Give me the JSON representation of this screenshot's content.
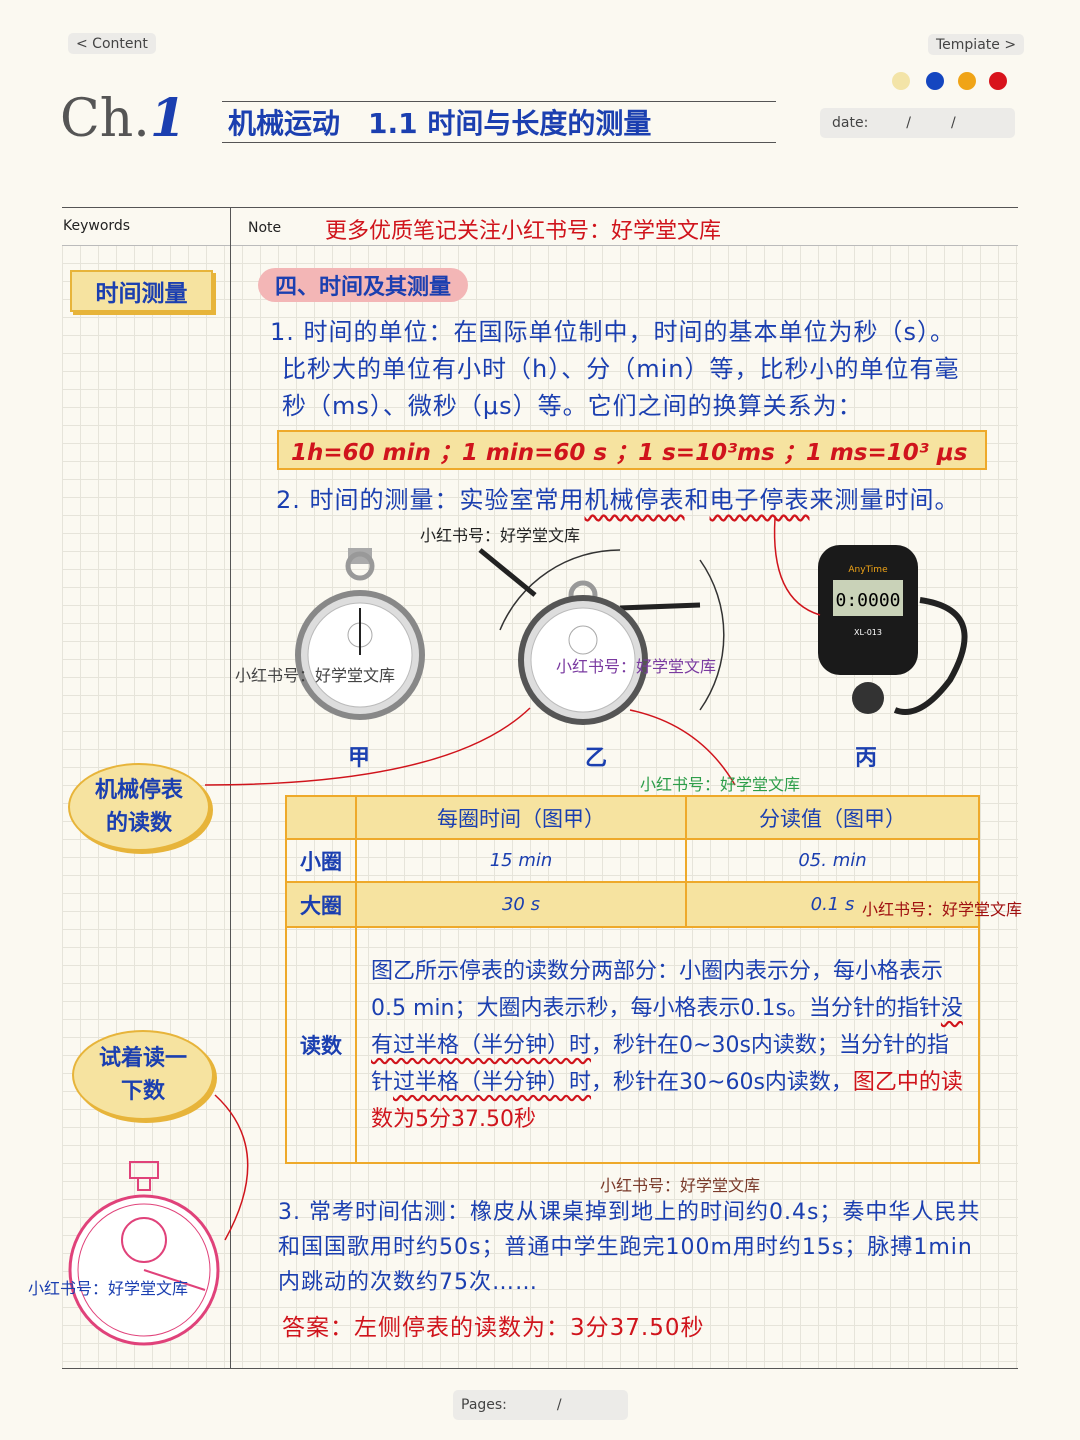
{
  "nav": {
    "content": "< Content",
    "template": "Tempiate >"
  },
  "colors": [
    "#f3e4a8",
    "#1446c0",
    "#f0a417",
    "#d8131c"
  ],
  "header": {
    "ch": "Ch.",
    "num": "1",
    "title": "机械运动　1.1 时间与长度的测量",
    "date_label": "date:",
    "date_sep1": "/",
    "date_sep2": "/"
  },
  "columns": {
    "keywords": "Keywords",
    "note": "Note",
    "promo": "更多优质笔记关注小红书号：好学堂文库"
  },
  "keywords": {
    "k1": "时间测量",
    "k2a": "机械停表",
    "k2b": "的读数",
    "k3a": "试着读一",
    "k3b": "下数"
  },
  "section": "四、时间及其测量",
  "p1": {
    "line1": "1. 时间的单位：在国际单位制中，时间的基本单位为秒（s）。",
    "line2": "比秒大的单位有小时（h）、分（min）等，比秒小的单位有毫",
    "line3": "秒（ms）、微秒（μs）等。它们之间的换算关系为："
  },
  "formula": "1h=60 min ；1 min=60 s ；1 s=10³ms ；1 ms=10³ μs",
  "p2": {
    "pre": "2. 时间的测量：实验室常用",
    "u1": "机械停表",
    "mid": "和",
    "u2": "电子停表",
    "post": "来测量时间。"
  },
  "figures": {
    "a": "甲",
    "b": "乙",
    "c": "丙",
    "digital": "0:0000",
    "brand": "AnyTime",
    "model": "XL-013"
  },
  "table": {
    "h1": "每圈时间（图甲）",
    "h2": "分读值（图甲）",
    "r1": {
      "label": "小圈",
      "v1": "15 min",
      "v2": "05. min"
    },
    "r2": {
      "label": "大圈",
      "v1": "30 s",
      "v2": "0.1 s"
    },
    "r3": {
      "label": "读数",
      "t1": "图乙所示停表的读数分两部分：小圈内表示分，每小格表示0.5 min；大圈内表示秒，每小格表示0.1s。当分针的指针",
      "u1": "没有过半格（半分钟）时",
      "t2": "，秒针在0~30s内读数；当分针的指针",
      "u2": "过半格（半分钟）时",
      "t3": "，秒针在30~60s内读数，",
      "ans": "图乙中的读数为5分37.50秒"
    }
  },
  "p3": "3. 常考时间估测：橡皮从课桌掉到地上的时间约0.4s；奏中华人民共和国国歌用时约50s；普通中学生跑完100m用时约15s；脉搏1min内跳动的次数约75次……",
  "answer": "答案：左侧停表的读数为：3分37.50秒",
  "watermark": "小红书号：好学堂文库",
  "footer": {
    "pages": "Pages:",
    "sep": "/"
  }
}
